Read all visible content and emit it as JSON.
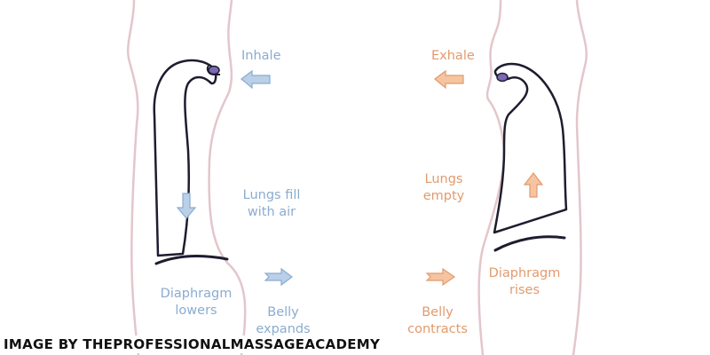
{
  "panels": {
    "inhale": {
      "title": "Inhale",
      "lungs_line1": "Lungs fill",
      "lungs_line2": "with air",
      "diaphragm_line1": "Diaphragm",
      "diaphragm_line2": "lowers",
      "belly_line1": "Belly",
      "belly_line2": "expands"
    },
    "exhale": {
      "title": "Exhale",
      "lungs_line1": "Lungs",
      "lungs_line2": "empty",
      "diaphragm_line1": "Diaphragm",
      "diaphragm_line2": "rises",
      "belly_line1": "Belly",
      "belly_line2": "contracts"
    }
  },
  "credit": "IMAGE BY THEPROFESSIONALMASSAGEACADEMY",
  "colors": {
    "inhale_accent": "#8aaccf",
    "inhale_arrow_fill": "#b9d0e8",
    "exhale_accent": "#e19b6d",
    "exhale_arrow_fill": "#f5c4a0",
    "body_outline": "#e3c6cb",
    "organ_outline": "#1d1d30",
    "mouth_fill": "#7d68b3"
  }
}
